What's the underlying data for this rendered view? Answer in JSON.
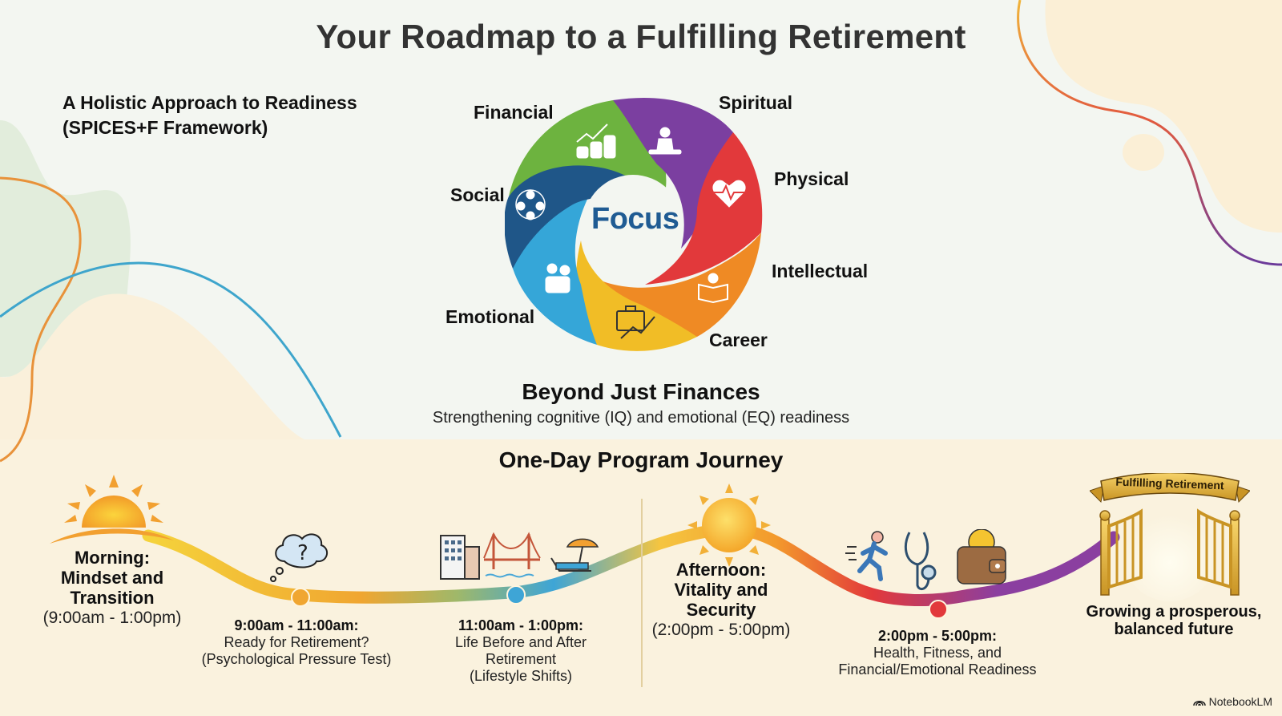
{
  "header": {
    "title": "Your Roadmap to a Fulfilling Retirement"
  },
  "framework": {
    "heading_line1": "A Holistic Approach to Readiness",
    "heading_line2": "(SPICES+F Framework)",
    "center_label": "Focus",
    "segments": [
      {
        "label": "Spiritual",
        "color": "#7b3fa0",
        "icon": "meditation-icon"
      },
      {
        "label": "Physical",
        "color": "#e2393b",
        "icon": "heart-pulse-icon"
      },
      {
        "label": "Intellectual",
        "color": "#ef8a24",
        "icon": "book-lightbulb-icon"
      },
      {
        "label": "Career",
        "color": "#f1bd26",
        "icon": "briefcase-growth-icon"
      },
      {
        "label": "Emotional",
        "color": "#35a6d8",
        "icon": "hug-icon"
      },
      {
        "label": "Social",
        "color": "#1f5688",
        "icon": "people-network-icon"
      },
      {
        "label": "Financial",
        "color": "#6db33f",
        "icon": "coins-growth-icon"
      }
    ],
    "beyond_title": "Beyond Just Finances",
    "beyond_subtitle": "Strengthening cognitive (IQ) and emotional (EQ) readiness"
  },
  "journey": {
    "title": "One-Day Program Journey",
    "morning": {
      "title_lines": [
        "Morning:",
        "Mindset and",
        "Transition"
      ],
      "time": "(9:00am - 1:00pm)",
      "icon": "sunrise-icon"
    },
    "afternoon": {
      "title_lines": [
        "Afternoon:",
        "Vitality and",
        "Security"
      ],
      "time": "(2:00pm - 5:00pm)",
      "icon": "sun-icon"
    },
    "steps": [
      {
        "time": "9:00am - 11:00am:",
        "desc_lines": [
          "Ready for Retirement?",
          "(Psychological Pressure Test)"
        ],
        "dot_color": "#f0a631",
        "icons": [
          "thought-bubble-question-icon"
        ]
      },
      {
        "time": "11:00am - 1:00pm:",
        "desc_lines": [
          "Life Before and After",
          "Retirement",
          "(Lifestyle Shifts)"
        ],
        "dot_color": "#3ea5d6",
        "icons": [
          "office-building-icon",
          "bridge-icon",
          "beach-chair-umbrella-icon"
        ]
      },
      {
        "time": "2:00pm - 5:00pm:",
        "desc_lines": [
          "Health, Fitness, and",
          "Financial/Emotional Readiness"
        ],
        "dot_color": "#e2393b",
        "icons": [
          "running-person-icon",
          "stethoscope-icon",
          "wallet-coin-icon"
        ]
      }
    ],
    "destination": {
      "banner": "Fulfilling Retirement",
      "text_lines": [
        "Growing a prosperous,",
        "balanced future"
      ],
      "icon": "open-gate-icon"
    }
  },
  "footer": {
    "watermark": "NotebookLM"
  }
}
